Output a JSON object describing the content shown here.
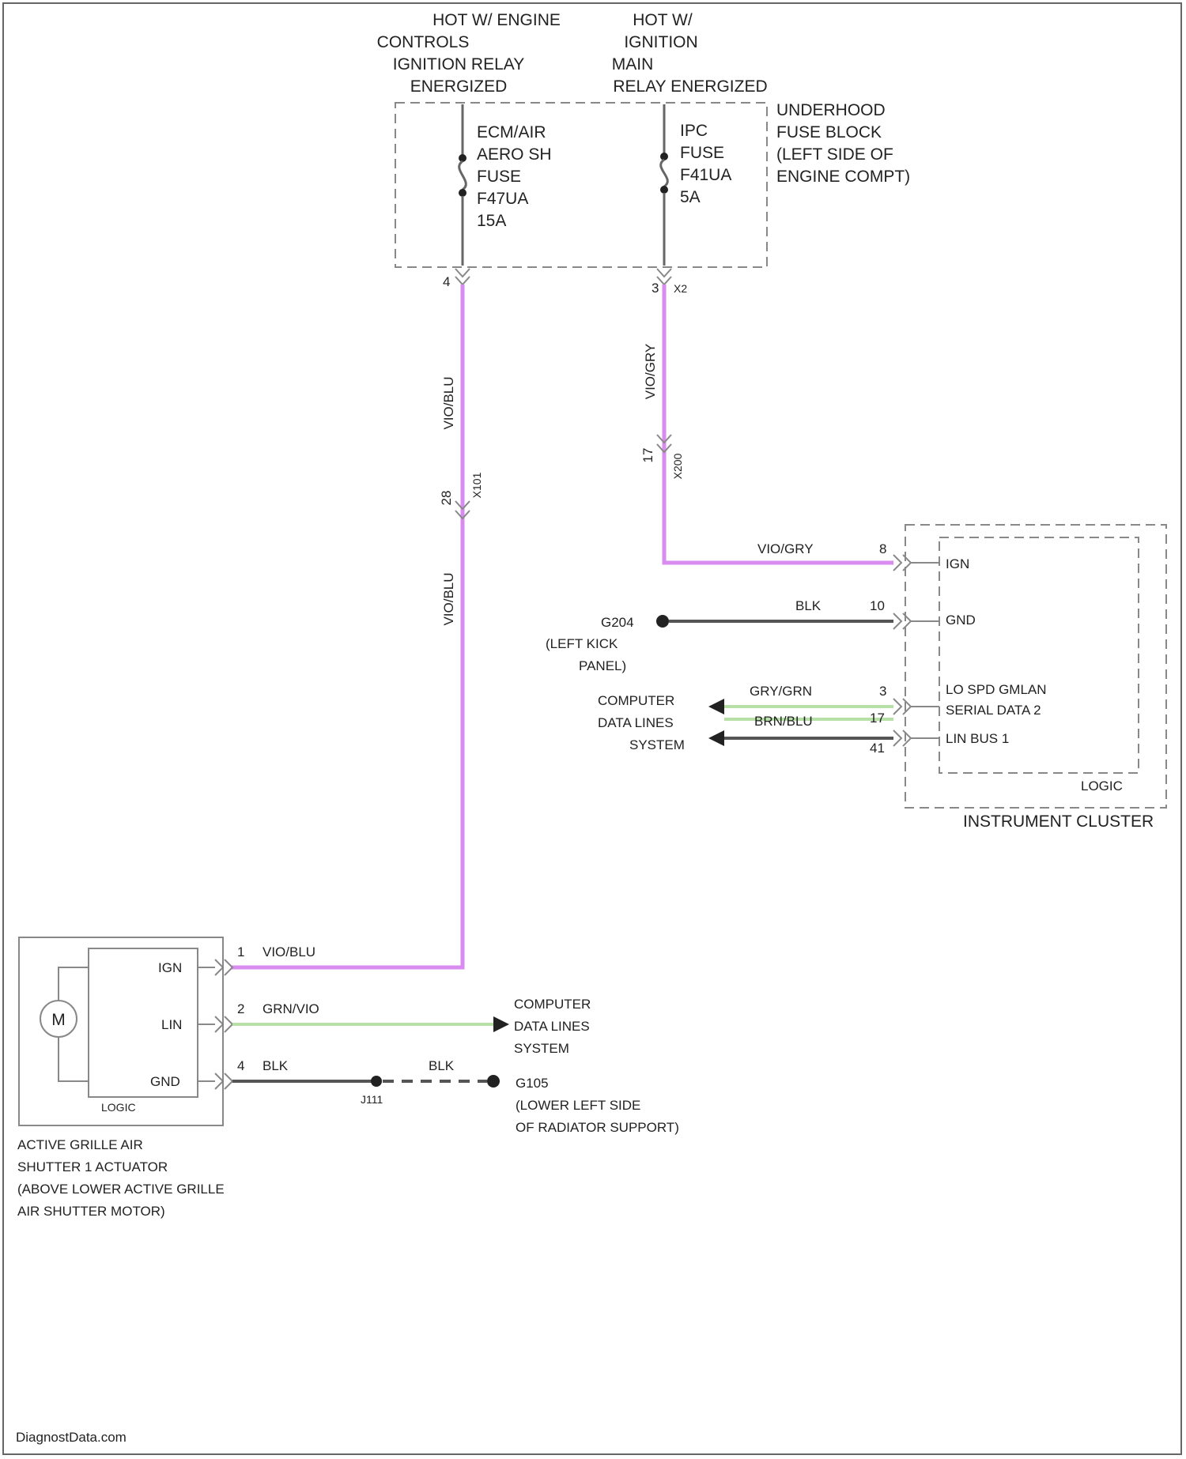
{
  "colors": {
    "wire_violet": "#d98bef",
    "wire_green": "#b6e0a6",
    "wire_black": "#444444",
    "outline": "#888888",
    "text": "#222222"
  },
  "power_sources": {
    "left": [
      "HOT W/ ENGINE",
      "CONTROLS",
      "IGNITION RELAY",
      "ENERGIZED"
    ],
    "right": [
      "HOT W/",
      "IGNITION",
      "MAIN",
      "RELAY ENERGIZED"
    ]
  },
  "fuse_block": {
    "label": [
      "UNDERHOOD",
      "FUSE BLOCK",
      "(LEFT SIDE OF",
      "ENGINE COMPT)"
    ],
    "fuse_left": [
      "ECM/AIR",
      "AERO SH",
      "FUSE",
      "F47UA",
      "15A"
    ],
    "fuse_right": [
      "IPC",
      "FUSE",
      "F41UA",
      "5A"
    ],
    "pin_left": "4",
    "pin_right": "3",
    "conn_right": "X2"
  },
  "wires": {
    "left_upper": "VIO/BLU",
    "left_lower": "VIO/BLU",
    "right_upper": "VIO/GRY",
    "inline_left": {
      "pin": "28",
      "connector": "X101"
    },
    "inline_right": {
      "pin": "17",
      "connector": "X200"
    }
  },
  "instrument_cluster": {
    "label": "INSTRUMENT CLUSTER",
    "inner_label": "LOGIC",
    "rows": [
      {
        "wire": "VIO/GRY",
        "pin": "8",
        "function": "IGN"
      },
      {
        "wire": "BLK",
        "pin": "10",
        "function": "GND"
      },
      {
        "wire": "GRY/GRN",
        "pin": "3",
        "function": "LO SPD GMLAN"
      },
      {
        "wire": "BRN/BLU",
        "pin": "17",
        "function": "SERIAL DATA 2"
      },
      {
        "wire": "",
        "pin": "41",
        "function": "LIN BUS 1"
      }
    ],
    "ground": {
      "id": "G204",
      "location": [
        "(LEFT KICK",
        "PANEL)"
      ]
    },
    "data_lines": [
      "COMPUTER",
      "DATA LINES",
      "SYSTEM"
    ]
  },
  "actuator": {
    "label": [
      "ACTIVE GRILLE AIR",
      "SHUTTER 1 ACTUATOR",
      "(ABOVE LOWER ACTIVE GRILLE",
      "AIR SHUTTER MOTOR)"
    ],
    "motor_symbol": "M",
    "connector_id": "LOGIC",
    "pins": [
      {
        "pin": "1",
        "wire": "VIO/BLU",
        "function": "IGN"
      },
      {
        "pin": "2",
        "wire": "GRN/VIO",
        "function": "LIN"
      },
      {
        "pin": "4",
        "wire": "BLK",
        "function": "GND"
      }
    ],
    "data_lines": [
      "COMPUTER",
      "DATA LINES",
      "SYSTEM"
    ],
    "splice": "J111",
    "ground_wire": "BLK",
    "ground": {
      "id": "G105",
      "location": [
        "(LOWER LEFT SIDE",
        "OF RADIATOR SUPPORT)"
      ]
    }
  },
  "footer": "DiagnostData.com"
}
